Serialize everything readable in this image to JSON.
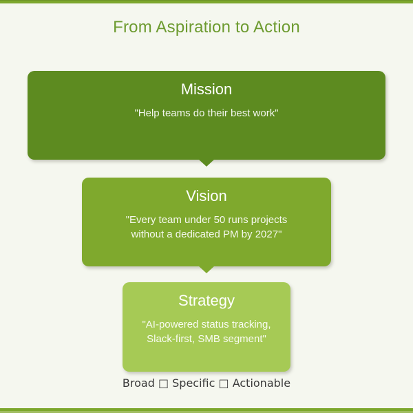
{
  "title": "From Aspiration to Action",
  "caption": "Broad □ Specific □ Actionable",
  "colors": {
    "background": "#f5f7ef",
    "border_green": "#7ca72d",
    "border_green_dark": "#6d9427",
    "border_green_light": "#9fbc60",
    "title_green": "#6d9b30",
    "mission_green": "#5d8b20",
    "vision_green": "#7fa92d",
    "strategy_green": "#a6ca55",
    "caption_text": "#3a3a3a"
  },
  "funnel": {
    "boxes": [
      {
        "title": "Mission",
        "quote_lines": [
          "\"Help teams do their best work\""
        ]
      },
      {
        "title": "Vision",
        "quote_lines": [
          "\"Every team under 50 runs projects",
          "without a dedicated PM by 2027\""
        ]
      },
      {
        "title": "Strategy",
        "quote_lines": [
          "\"AI-powered status tracking,",
          "Slack-first, SMB segment\""
        ]
      }
    ]
  }
}
